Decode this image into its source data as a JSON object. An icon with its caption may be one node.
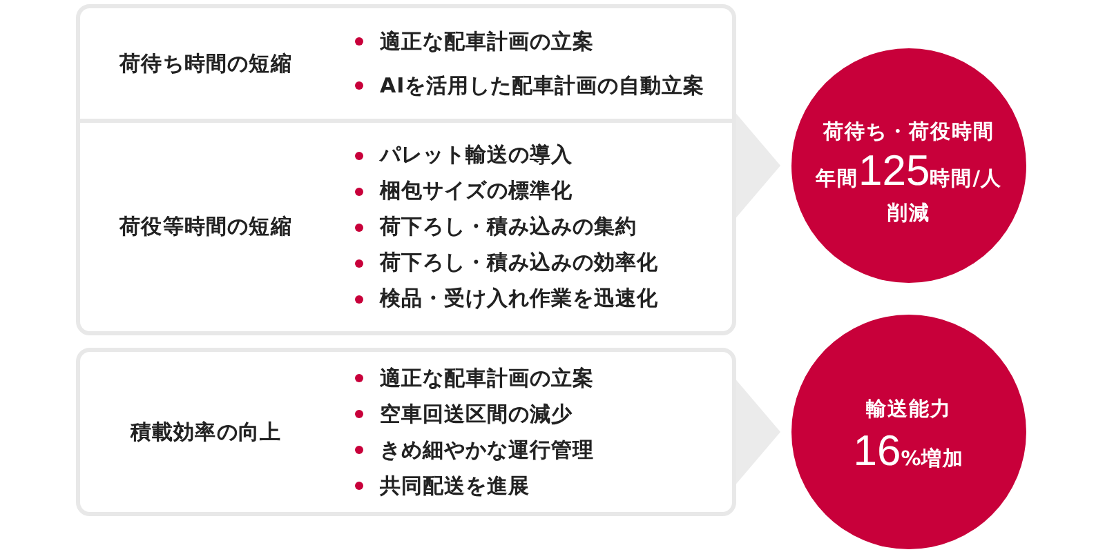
{
  "diagram": {
    "nodes": [
      {
        "text": [],
        "shape": "box"
      },
      {
        "text": [
          "荷待ち時間の短縮",
          "適正な配車計画の立案",
          "AIを活用した配車計画の自動立案"
        ],
        "in": 0
      },
      {
        "text": [
          "荷役等時間の短縮",
          "パレット輸送の導入",
          "梱包サイズの標準化",
          "荷下ろし・積み込みの集約",
          "荷下ろし・積み込みの効率化",
          "検品・受け入れ作業を迅速化"
        ],
        "in": 0
      },
      {
        "text": [
          "荷待ち・荷役時間",
          "年間125時間/人",
          "削減"
        ]
      },
      {
        "text": [
          "積載効率の向上",
          "適正な配車計画の立案",
          "空車回送区間の減少",
          "きめ細やかな運行管理",
          "共同配送を進展"
        ]
      },
      {
        "text": [
          "輸送能力",
          "16%増加"
        ]
      }
    ],
    "edges": [
      {
        "from": 0,
        "to": 3,
        "arrow": "to"
      },
      {
        "from": 4,
        "to": 5,
        "arrow": "to"
      }
    ]
  }
}
